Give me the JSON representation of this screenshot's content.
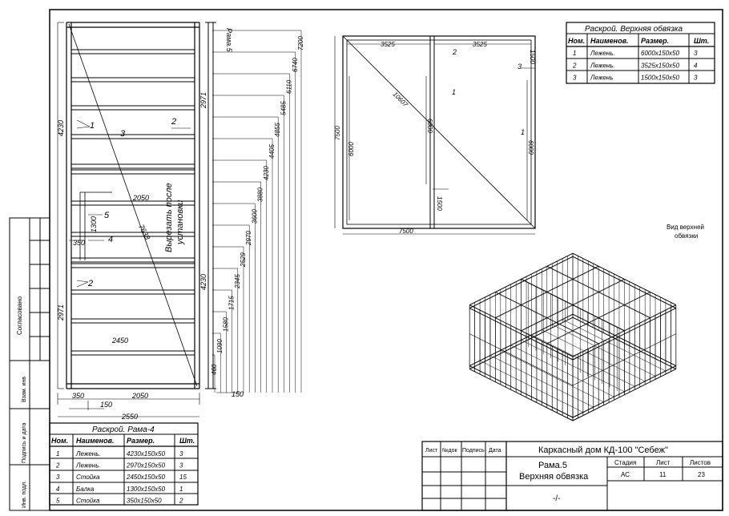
{
  "sheet": {
    "side_labels": {
      "approved": "Согласовано",
      "inv_replace": "Взам. инв",
      "sign_date": "Подпись и дата",
      "inv_orig": "Инв. подл."
    }
  },
  "frame4": {
    "label": "Рама.5",
    "dims": {
      "h_top": "4230",
      "h_mid": "4230",
      "h_bot": "2971",
      "h_right_top": "2971",
      "diag": "7638",
      "w_top": "2050",
      "w_mid": "2450",
      "w_350": "350",
      "w_1300": "1300",
      "b_350": "350",
      "b_2050": "2050",
      "b_150": "150",
      "b_2550": "2550",
      "b_150r": "150"
    },
    "note": [
      "Вырезать после",
      "установки"
    ],
    "callouts": [
      "1",
      "2",
      "3",
      "4",
      "5",
      "2"
    ],
    "chain": [
      "7200",
      "6740",
      "6110",
      "5485",
      "4855",
      "4405",
      "4230",
      "3880",
      "3600",
      "2970",
      "2529",
      "2345",
      "1715",
      "1580",
      "1090",
      "460"
    ]
  },
  "plan": {
    "dims": {
      "top_left": "3525",
      "top_right": "3525",
      "bottom": "7500",
      "left_outer": "7500",
      "left_inner": "6000",
      "center": "6000",
      "right": "6000",
      "diag": "10607",
      "right_top": "1500",
      "center_bot": "1500"
    },
    "callouts": [
      "2",
      "1",
      "3",
      "1"
    ]
  },
  "table_top": {
    "title": "Раскрой. Верхняя обвязка",
    "headers": [
      "Ном.",
      "Наименов.",
      "Размер.",
      "Шт."
    ],
    "rows": [
      [
        "1",
        "Лежень.",
        "6000х150х50",
        "3"
      ],
      [
        "2",
        "Лежень.",
        "3525х150х50",
        "4"
      ],
      [
        "3",
        "Лежень",
        "1500х150х50",
        "3"
      ]
    ]
  },
  "table_frame": {
    "title": "Раскрой. Рама-4",
    "headers": [
      "Ном.",
      "Наименов.",
      "Размер.",
      "Шт."
    ],
    "rows": [
      [
        "1",
        "Лежень.",
        "4230х150х50",
        "3"
      ],
      [
        "2",
        "Лежень.",
        "2970х150х50",
        "3"
      ],
      [
        "3",
        "Стойка",
        "2450х150х50",
        "15"
      ],
      [
        "4",
        "Балка",
        "1300х150х50",
        "1"
      ],
      [
        "5",
        "Стойка",
        "350х150х50",
        "2"
      ]
    ]
  },
  "iso_caption": [
    "Вид верхней",
    "обвязки"
  ],
  "title_block": {
    "col_headers": [
      "Лист",
      "№док",
      "Подпись",
      "Дата"
    ],
    "project": "Каркасный дом КД-100 \"Себеж\"",
    "sheet_name": [
      "Рама.5",
      "Верхняя обвязка"
    ],
    "stage_label": "Стадия",
    "sheet_label": "Лист",
    "sheets_label": "Листов",
    "stage": "АС",
    "sheet_no": "11",
    "sheets_total": "23",
    "blank": "-/-"
  }
}
